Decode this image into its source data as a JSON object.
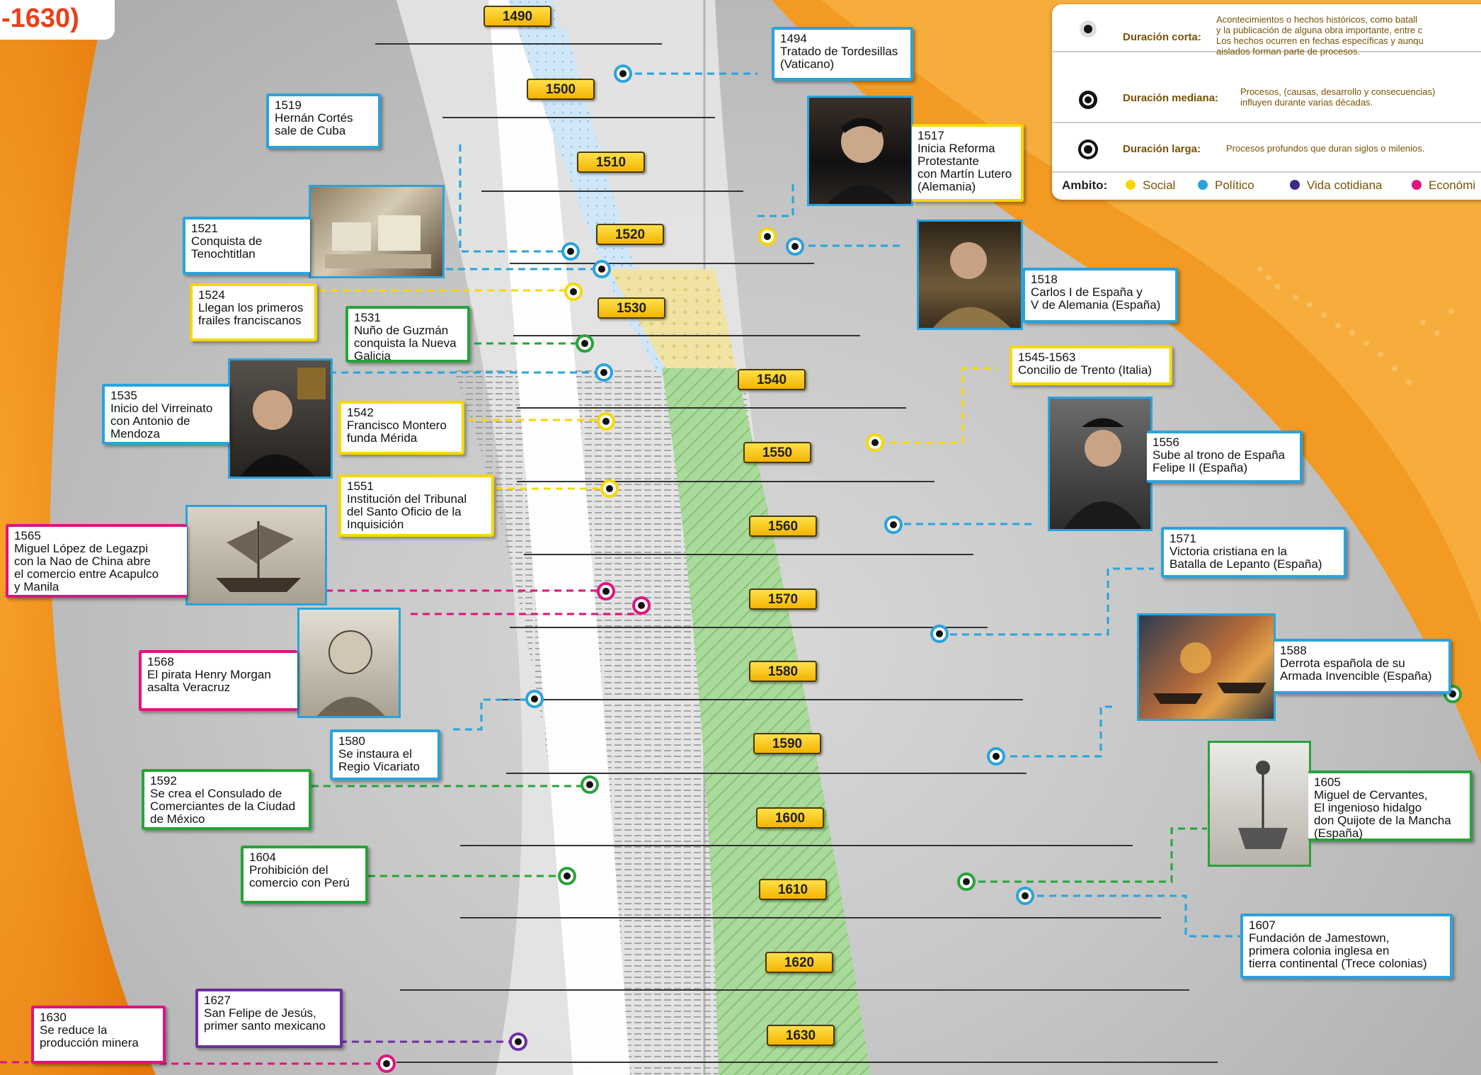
{
  "title_fragment": "-1630)",
  "legend": {
    "rows": [
      {
        "name": "Duración corta:",
        "symbol": "dot-small-icon",
        "description": "Acontecimientos o hechos históricos, como batall\ny la publicación de alguna obra importante, entre c\nLos hechos ocurren en fechas específicas y aunqu\naislados forman parte de procesos."
      },
      {
        "name": "Duración mediana:",
        "symbol": "dot-medium-icon",
        "description": "Procesos, (causas, desarrollo y consecuencias)\ninfluyen durante varias décadas."
      },
      {
        "name": "Duración larga:",
        "symbol": "dot-large-icon",
        "description": "Procesos profundos que duran siglos o milenios."
      }
    ],
    "ambito_label": "Ambito:",
    "ambitos": [
      {
        "label": "Social",
        "color": "#f6d800"
      },
      {
        "label": "Político",
        "color": "#2aa3dc"
      },
      {
        "label": "Vida cotidiana",
        "color": "#3b2a8a"
      },
      {
        "label": "Económi",
        "color": "#e0137f"
      }
    ]
  },
  "years": [
    "1490",
    "1500",
    "1510",
    "1520",
    "1530",
    "1540",
    "1550",
    "1560",
    "1570",
    "1580",
    "1590",
    "1600",
    "1610",
    "1620",
    "1630"
  ],
  "events": [
    {
      "year": "1494",
      "text": "Tratado de Tordesillas\n(Vaticano)",
      "ambito": "blue"
    },
    {
      "year": "1519",
      "text": "Hernán Cortés\nsale de Cuba",
      "ambito": "blue"
    },
    {
      "year": "1517",
      "text": "Inicia Reforma\nProtestante\ncon Martín Lutero\n(Alemania)",
      "ambito": "yellow"
    },
    {
      "year": "1521",
      "text": "Conquista de\nTenochtitlan",
      "ambito": "blue"
    },
    {
      "year": "1518",
      "text": "Carlos I de España y\nV de Alemania (España)",
      "ambito": "blue"
    },
    {
      "year": "1524",
      "text": "Llegan los primeros\nfrailes franciscanos",
      "ambito": "yellow"
    },
    {
      "year": "1531",
      "text": "Nuño de Guzmán\nconquista la Nueva\nGalicia",
      "ambito": "green"
    },
    {
      "year": "1545-1563",
      "text": "Concilio de Trento (Italia)",
      "ambito": "yellow"
    },
    {
      "year": "1535",
      "text": "Inicio del Virreinato\ncon Antonio de\nMendoza",
      "ambito": "blue"
    },
    {
      "year": "1542",
      "text": "Francisco Montero\nfunda Mérida",
      "ambito": "yellow"
    },
    {
      "year": "1556",
      "text": "Sube al trono de España\nFelipe II (España)",
      "ambito": "blue"
    },
    {
      "year": "1551",
      "text": "Institución del  Tribunal\ndel Santo Oficio de la\nInquisición",
      "ambito": "yellow"
    },
    {
      "year": "1565",
      "text": "Miguel López de Legazpi\ncon la Nao de China abre\nel comercio entre Acapulco\ny Manila",
      "ambito": "pink"
    },
    {
      "year": "1571",
      "text": "Victoria cristiana en la\nBatalla de Lepanto (España)",
      "ambito": "blue"
    },
    {
      "year": "1568",
      "text": "El pirata Henry Morgan\nasalta Veracruz",
      "ambito": "pink"
    },
    {
      "year": "1588",
      "text": "Derrota española de su\nArmada Invencible (España)",
      "ambito": "blue"
    },
    {
      "year": "1580",
      "text": "Se instaura el\nRegio Vicariato",
      "ambito": "blue"
    },
    {
      "year": "1592",
      "text": "Se crea el Consulado de\nComerciantes de la Ciudad\nde México",
      "ambito": "green"
    },
    {
      "year": "1605",
      "text": "Miguel de Cervantes,\nEl ingenioso hidalgo\ndon Quijote de la Mancha\n(España)",
      "ambito": "green"
    },
    {
      "year": "1604",
      "text": "Prohibición del\ncomercio con Perú",
      "ambito": "green"
    },
    {
      "year": "1607",
      "text": "Fundación de Jamestown,\nprimera colonia inglesa en\ntierra continental (Trece colonias)",
      "ambito": "blue"
    },
    {
      "year": "1627",
      "text": "San Felipe de Jesús,\nprimer santo mexicano",
      "ambito": "purple"
    },
    {
      "year": "1630",
      "text": "Se reduce la\nproducción minera",
      "ambito": "pink"
    }
  ],
  "pictures": [
    {
      "name": "luther-portrait"
    },
    {
      "name": "tenochtitlan-model"
    },
    {
      "name": "carlos-v-portrait"
    },
    {
      "name": "mendoza-portrait"
    },
    {
      "name": "felipe-ii-portrait"
    },
    {
      "name": "galleon-engraving"
    },
    {
      "name": "morgan-engraving"
    },
    {
      "name": "armada-painting"
    },
    {
      "name": "quijote-engraving"
    }
  ]
}
